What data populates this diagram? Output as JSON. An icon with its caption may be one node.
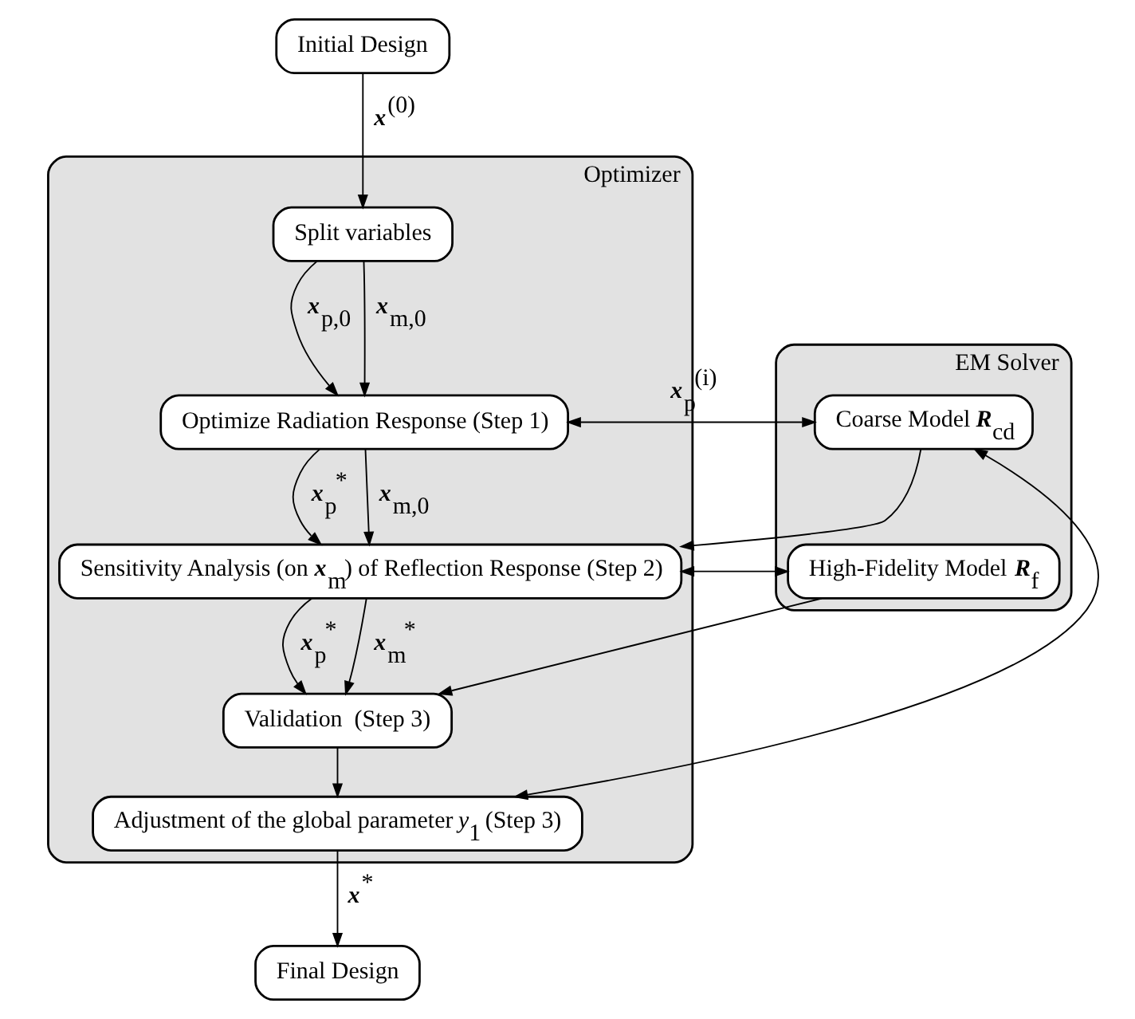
{
  "diagram": {
    "nodes": [
      {
        "text": [
          "Initial Design"
        ]
      },
      {
        "text": [
          "Optimizer"
        ]
      },
      {
        "text": [
          "Split variables"
        ],
        "in": 1
      },
      {
        "text": [
          "Optimize Radiation Response (Step 1)"
        ],
        "in": 1
      },
      {
        "text": [
          "Sensitivity Analysis (on **x**$_{m}$) of Reflection Response (Step 2)"
        ],
        "in": 1
      },
      {
        "text": [
          "Validation  (Step 3)"
        ],
        "in": 1
      },
      {
        "text": [
          "Adjustment of the global parameter *y*$_{1}$ (Step 3)"
        ],
        "in": 1
      },
      {
        "text": [
          "EM Solver"
        ]
      },
      {
        "text": [
          "Coarse Model **R**$_{cd}$"
        ],
        "in": 7
      },
      {
        "text": [
          "High-Fidelity Model **R**$_{f}$"
        ],
        "in": 7
      },
      {
        "text": [
          "Final Design"
        ]
      }
    ],
    "edges": [
      {
        "from": 0,
        "to": 2,
        "arrow": "to",
        "label": "**x**$^{(0)}$"
      },
      {
        "from": 2,
        "to": 3,
        "arrow": "to",
        "label": "**x**$_{p,0}$"
      },
      {
        "from": 2,
        "to": 3,
        "arrow": "to",
        "label": "**x**$_{m,0}$"
      },
      {
        "from": 3,
        "to": 8,
        "arrow": "both",
        "label": "**x**$_{p}$$^{(i)}$"
      },
      {
        "from": 3,
        "to": 4,
        "arrow": "to",
        "label": "**x**$_{p}$$^{*}$"
      },
      {
        "from": 3,
        "to": 4,
        "arrow": "to",
        "label": "**x**$_{m,0}$"
      },
      {
        "from": 8,
        "to": 4,
        "arrow": "to"
      },
      {
        "from": 4,
        "to": 9,
        "arrow": "both"
      },
      {
        "from": 4,
        "to": 5,
        "arrow": "to",
        "label": "**x**$_{p}$$^{*}$"
      },
      {
        "from": 4,
        "to": 5,
        "arrow": "to",
        "label": "**x**$_{m}$$^{*}$"
      },
      {
        "from": 9,
        "to": 5,
        "arrow": "to"
      },
      {
        "from": 5,
        "to": 6,
        "arrow": "to"
      },
      {
        "from": 6,
        "to": 8,
        "arrow": "both"
      },
      {
        "from": 6,
        "to": 10,
        "arrow": "to",
        "label": "**x**$^{*}$"
      }
    ]
  }
}
